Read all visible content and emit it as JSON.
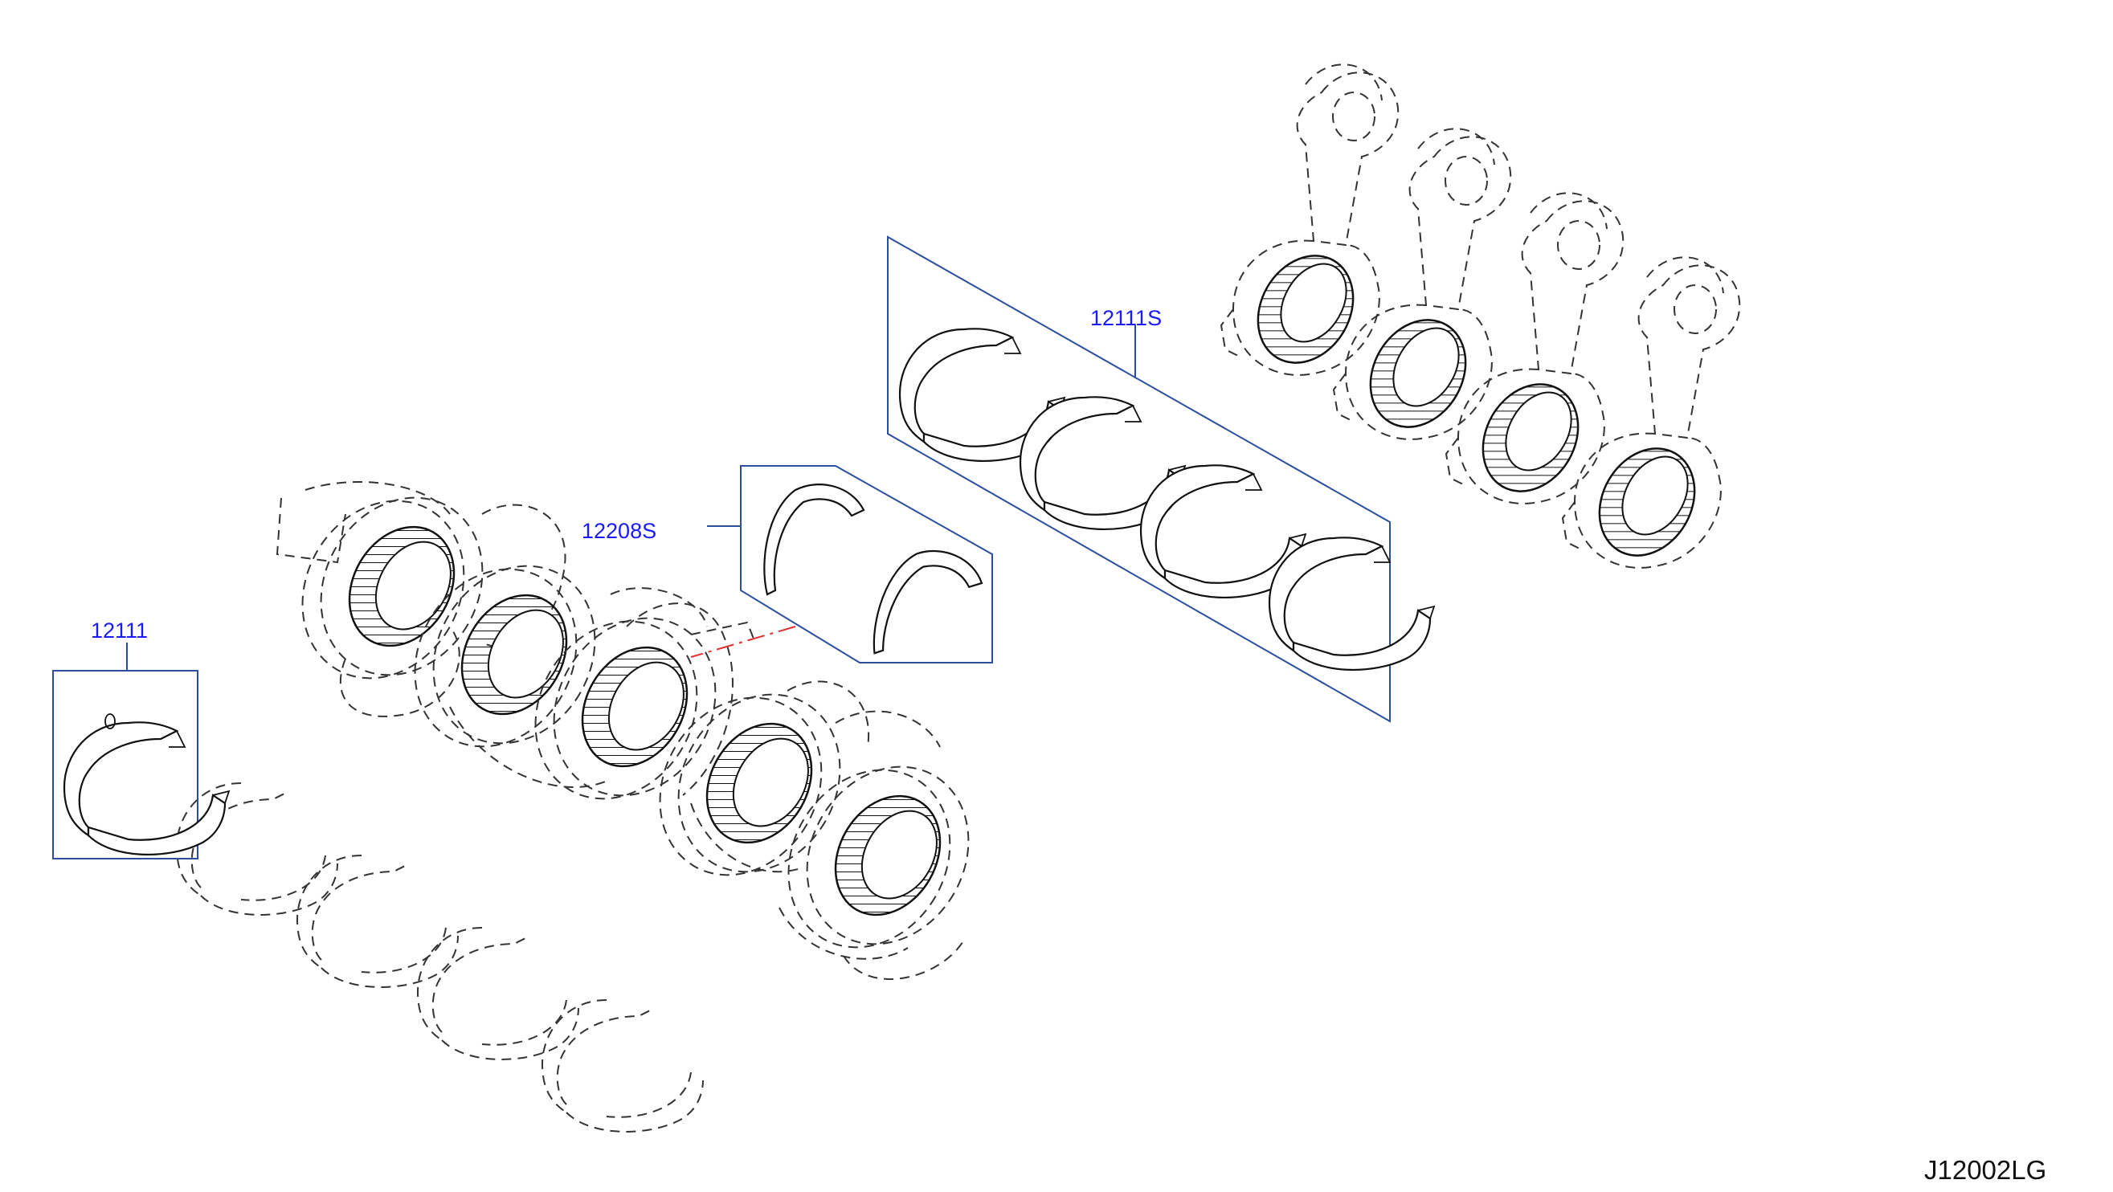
{
  "callouts": {
    "c12111": "12111",
    "c12208s": "12208S",
    "c12111s": "12111S"
  },
  "doc_id": "J12002LG",
  "colors": {
    "callout_text": "#1a1aff",
    "callout_line": "#2b4f9e",
    "reference_line": "#e03030",
    "drawing": "#111111"
  }
}
